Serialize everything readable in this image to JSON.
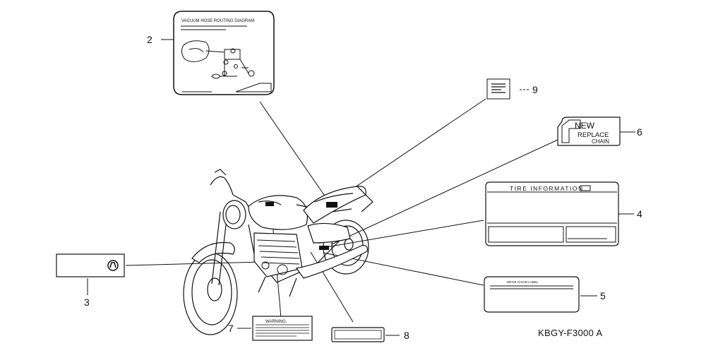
{
  "callouts": {
    "c2": "2",
    "c3": "3",
    "c4": "4",
    "c5": "5",
    "c6": "6",
    "c7": "7",
    "c8": "8",
    "c9": "9"
  },
  "labels": {
    "vacuum_title": "VACUUM HOSE ROUTING DIAGRAM",
    "tire_title": "TIRE INFORMATION",
    "chain_new": "NEW",
    "chain_replace": "REPLACE",
    "chain_chain": "CHAIN",
    "warning_title": "WARNING",
    "label5_title": "DRIVE CHAIN LABEL"
  },
  "diagram_code": "KBGY-F3000 A"
}
